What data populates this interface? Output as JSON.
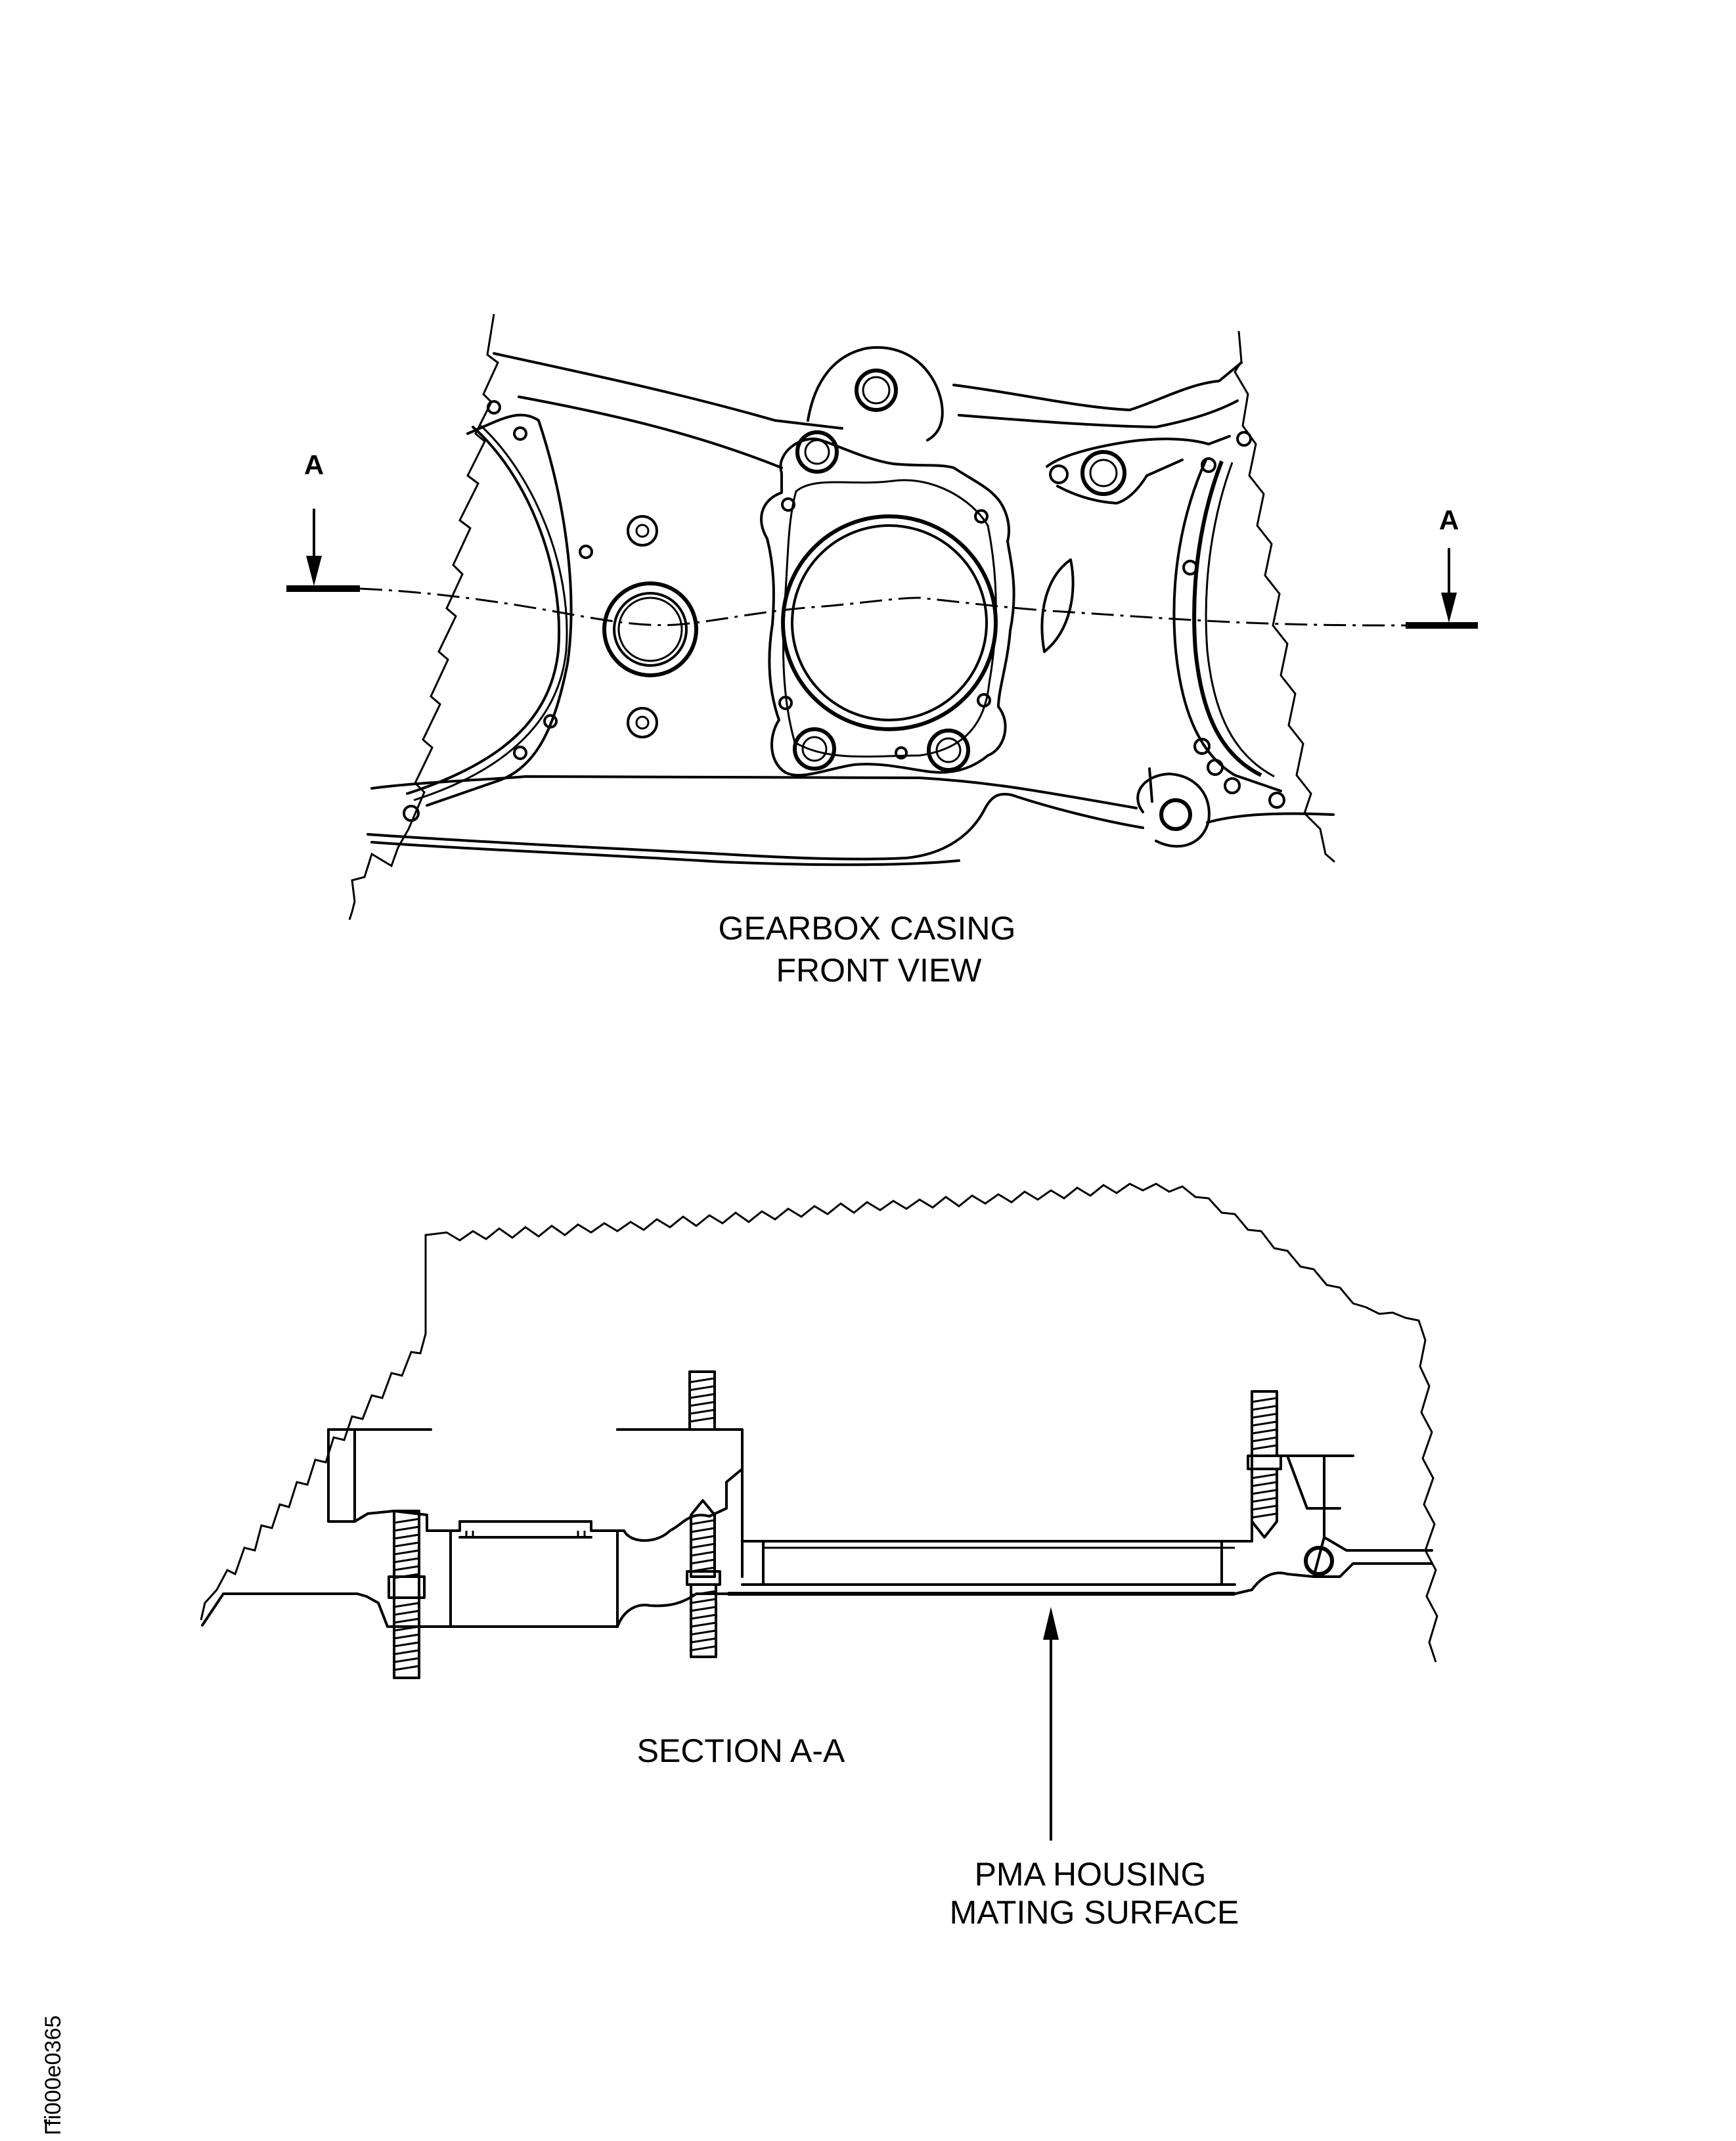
{
  "diagram": {
    "section_marker_left": "A",
    "section_marker_right": "A",
    "front_view_caption_line1": "GEARBOX CASING",
    "front_view_caption_line2": "FRONT VIEW",
    "section_caption": "SECTION A-A",
    "callout_line1": "PMA HOUSING",
    "callout_line2": "MATING SURFACE",
    "figure_id": "fi000e0365"
  }
}
